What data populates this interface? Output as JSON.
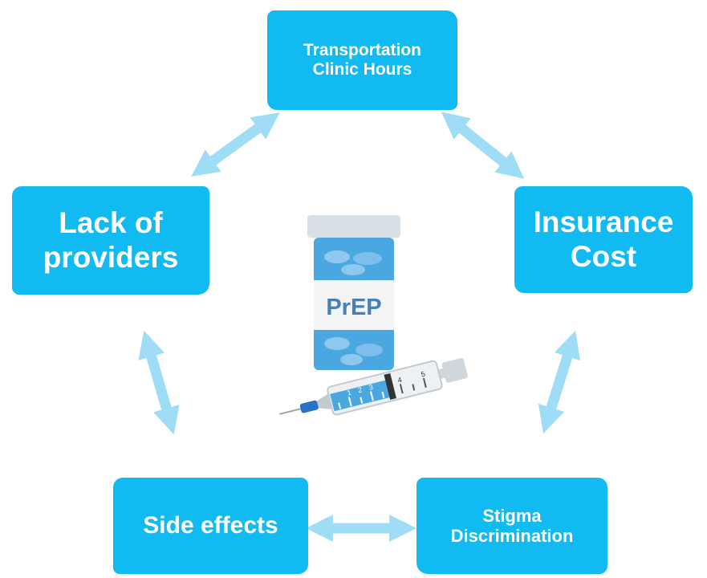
{
  "nodes": {
    "top": {
      "line1": "Transportation",
      "line2": "Clinic Hours"
    },
    "left": {
      "line1": "Lack of",
      "line2": "providers"
    },
    "right": {
      "line1": "Insurance",
      "line2": "Cost"
    },
    "bottom_left": {
      "line1": "Side effects"
    },
    "bottom_right": {
      "line1": "Stigma",
      "line2": "Discrimination"
    }
  },
  "center": {
    "bottle_label": "PrEP",
    "syringe_marks": [
      "1",
      "2",
      "3",
      "4",
      "5"
    ]
  },
  "colors": {
    "box": "#12baf2",
    "arrow": "#9fdcf6",
    "bottle": "#4aa7df",
    "cap": "#d8e0e6"
  }
}
